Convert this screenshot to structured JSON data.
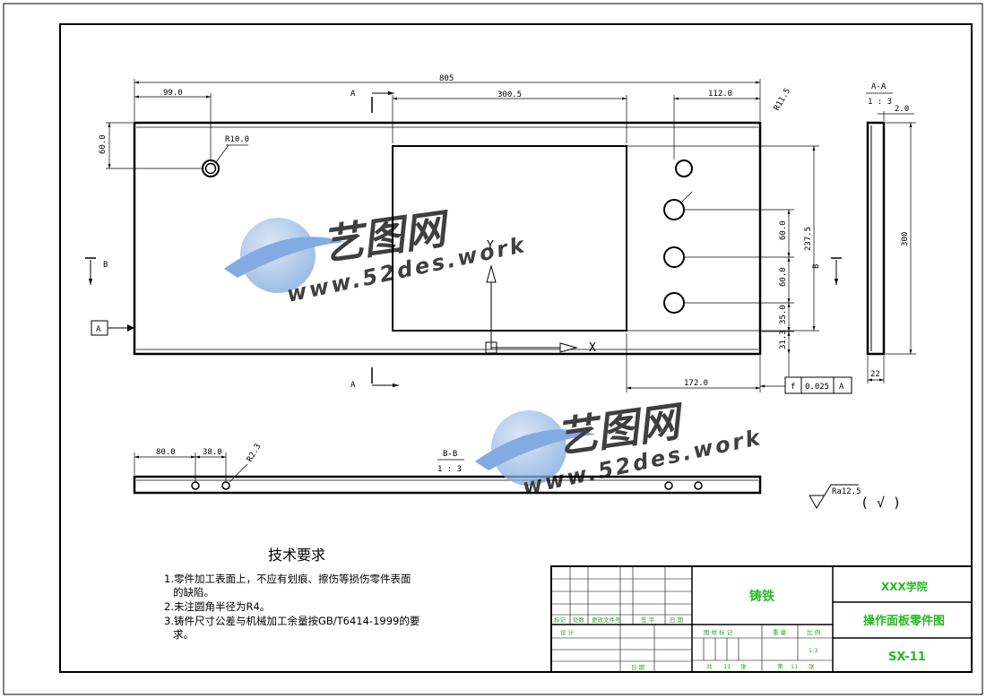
{
  "dimensions": {
    "overall_length": "805",
    "left_hole_x": "99.0",
    "window_width": "300.5",
    "right_holes_x": "112.0",
    "corner_radius": "R11.5",
    "left_hole_y": "60.0",
    "left_hole_radius": "R10.0",
    "hole_pitch_1": "60.0",
    "hole_pitch_2": "60.0",
    "window_height": "237.5",
    "bottom_hole_offset": "35.0",
    "bottom_margin": "31.3",
    "right_offset": "172.0",
    "section_height": "300",
    "thickness_top": "2.0",
    "thickness_bottom": "22",
    "bb_dim_1": "80.0",
    "bb_dim_2": "38.0",
    "bb_dim_3": "R2.3"
  },
  "tolerance": {
    "symbol": "f",
    "value": "0.025",
    "datum": "A"
  },
  "labels": {
    "section_a": "A",
    "section_b": "B",
    "datum_a": "A",
    "axis_y": "Y",
    "axis_x": "X",
    "section_aa_title": "A-A",
    "section_aa_scale": "1 : 3",
    "section_bb_title": "B-B",
    "section_bb_scale": "1 : 3"
  },
  "roughness": {
    "value": "Ra12.5",
    "note": "( √ )"
  },
  "tech_requirements": {
    "title": "技术要求",
    "items": [
      "1.零件加工表面上，不应有划痕、擦伤等损伤零件表面",
      "的缺陷。",
      "2.未注圆角半径为R4。",
      "3.铸件尺寸公差与机械加工余量按GB/T6414-1999的要",
      "求。"
    ]
  },
  "title_block": {
    "material": "铸铁",
    "school": "XXX学院",
    "part_name": "操作面板零件图",
    "drawing_number": "SX-11",
    "scale": "1:3",
    "header_labels": [
      "标记",
      "处数",
      "更改文件号",
      "签 字",
      "日 期"
    ],
    "designer_label": "设 计",
    "date_label": "日 期",
    "stage_label": "图 样 标 记",
    "weight_label": "重 量",
    "scale_label": "比 例",
    "total_label": "共",
    "total_count": "11",
    "sheet_unit": "张",
    "sheet_label": "第",
    "sheet_number": "11"
  },
  "watermark": {
    "brand": "艺图网",
    "url": "www.52des.work"
  },
  "colors": {
    "line": "#000000",
    "title_text": "#22bb22",
    "watermark_blue": "#6688cc"
  }
}
